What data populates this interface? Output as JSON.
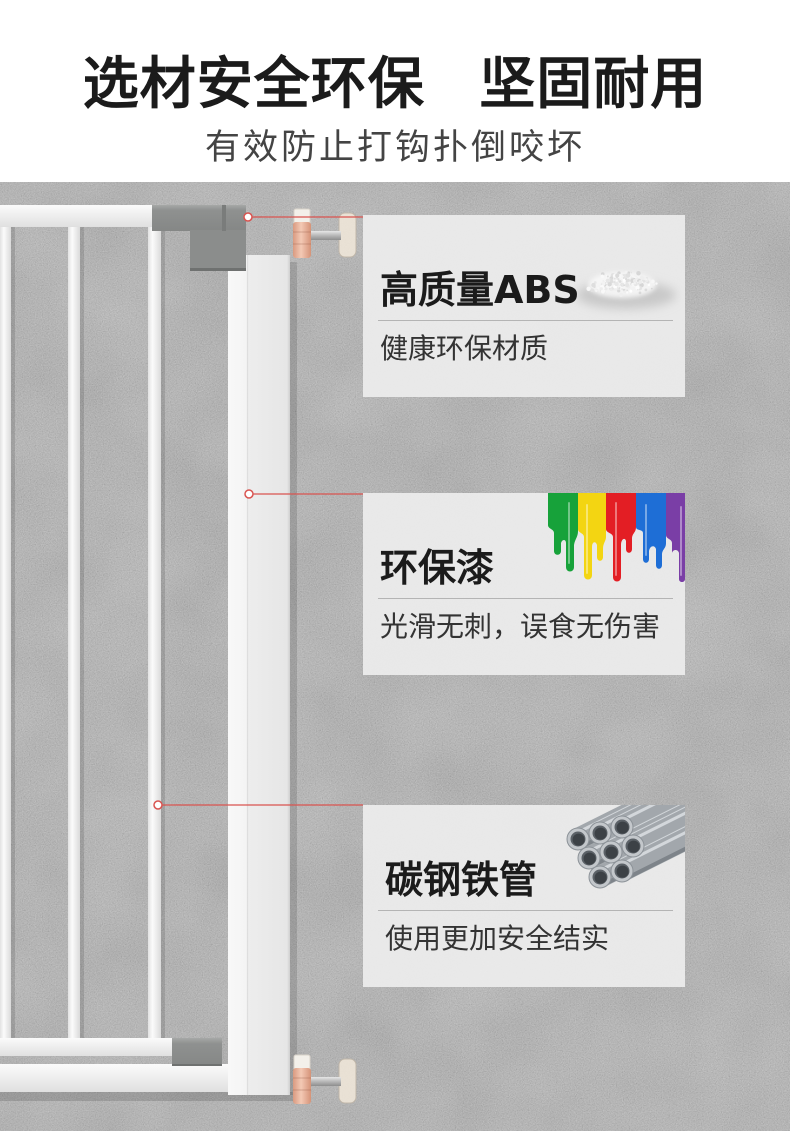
{
  "header": {
    "title": "选材安全环保 坚固耐用",
    "subtitle": "有效防止打钩扑倒咬坏"
  },
  "callouts": [
    {
      "title": "高质量ABS",
      "desc": "健康环保材质",
      "icon": "abs-powder-icon"
    },
    {
      "title": "环保漆",
      "desc": "光滑无刺，误食无伤害",
      "icon": "paint-drip-icon"
    },
    {
      "title": "碳钢铁管",
      "desc": "使用更加安全结实",
      "icon": "steel-pipes-icon"
    }
  ],
  "colors": {
    "page_background": "#ffffff",
    "wall": "#9a9a9a",
    "card": "#ececec",
    "connector": "#d9534f",
    "title_text": "#1b1b1b",
    "subtitle_text": "#444444",
    "gate_white": "#f4f4f4",
    "bracket_gray": "#8d8f8e",
    "screw_knob": "#e8b59e",
    "paint": [
      "#17a23a",
      "#f3d512",
      "#e31e24",
      "#1e6ed6",
      "#7a3ea6"
    ]
  }
}
